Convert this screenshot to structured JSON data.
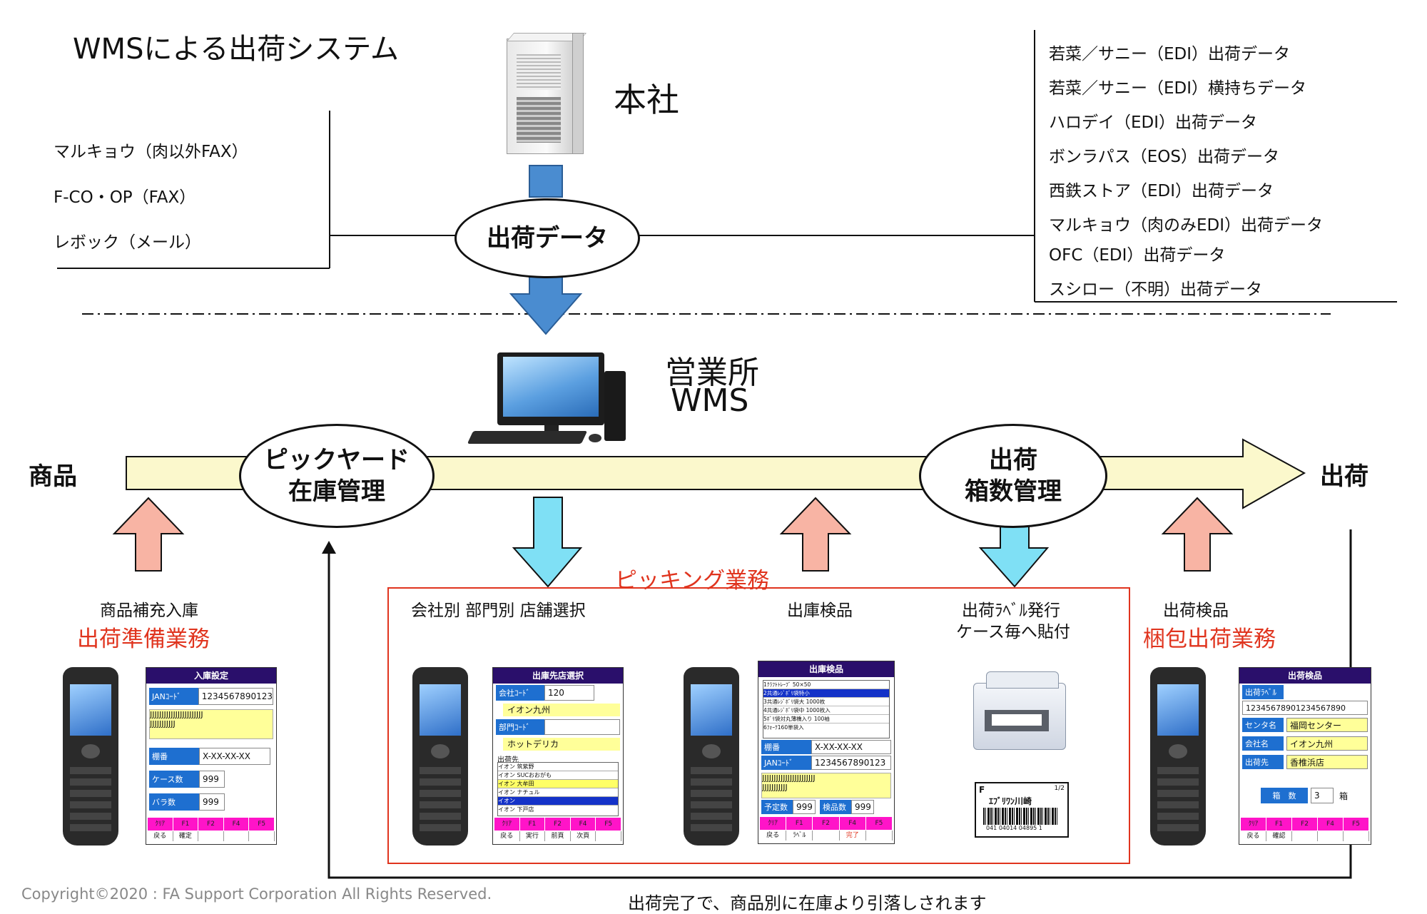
{
  "title": "WMSによる出荷システム",
  "hq": {
    "label": "本社"
  },
  "shipping_data_oval": "出荷データ",
  "left_sources": [
    "マルキョウ（肉以外FAX）",
    "F-CO・OP（FAX）",
    "レボック（メール）"
  ],
  "right_sources": [
    "若菜／サニー（EDI）出荷データ",
    "若菜／サニー（EDI）横持ちデータ",
    "ハロデイ（EDI）出荷データ",
    "ボンラパス（EOS）出荷データ",
    "西鉄ストア（EDI）出荷データ",
    "マルキョウ（肉のみEDI）出荷データ",
    "OFC（EDI）出荷データ",
    "スシロー（不明）出荷データ"
  ],
  "office": {
    "line1": "営業所",
    "line2": "WMS"
  },
  "flow": {
    "start": "商品",
    "end": "出荷"
  },
  "oval_pick": {
    "line1": "ピックヤード",
    "line2": "在庫管理"
  },
  "oval_ship": {
    "line1": "出荷",
    "line2": "箱数管理"
  },
  "picking_title": "ピッキング業務",
  "labels": {
    "replenish": "商品補充入庫",
    "prep": "出荷準備業務",
    "select": "会社別 部門別 店舗選択",
    "inspect_out": "出庫検品",
    "label_issue1": "出荷ﾗﾍﾞﾙ発行",
    "label_issue2": "ケース毎へ貼付",
    "inspect_ship": "出荷検品",
    "pack": "梱包出荷業務"
  },
  "footer_note": "出荷完了で、商品別に在庫より引落しされます",
  "copyright": "Copyright©2020 : FA Support Corporation All Rights Reserved.",
  "screen1": {
    "title": "入庫設定",
    "jan_label": "JANｺｰﾄﾞ",
    "jan_value": "1234567890123",
    "jjj1": "JJJJJJJJJJJJJJJJJJJJJJJ",
    "jjj2": "JJJJJJJJJJJ",
    "shelf_label": "棚番",
    "shelf_value": "X-XX-XX-XX",
    "case_label": "ケース数",
    "case_value": "999",
    "bara_label": "バラ数",
    "bara_value": "999",
    "fkeys": [
      "ｸﾘｱ",
      "F1",
      "F2",
      "F4",
      "F5"
    ],
    "fnames": [
      "戻る",
      "確定",
      "",
      "",
      ""
    ]
  },
  "screen2": {
    "title": "出庫先店選択",
    "company_label": "会社ｺｰﾄﾞ",
    "company_code": "120",
    "company_name": "イオン九州",
    "dept_label": "部門ｺｰﾄﾞ",
    "dept_name": "ホットデリカ",
    "dest_label": "出荷先",
    "dest_rows": [
      "イオン 筑紫野",
      "イオン SUCおおがも",
      "イオン 大牟田",
      "イオン ナチュル",
      "イオン",
      "イオン 下戸店"
    ],
    "fkeys": [
      "ｸﾘｱ",
      "F1",
      "F2",
      "F4",
      "F5"
    ],
    "fnames": [
      "戻る",
      "実行",
      "前頁",
      "次頁",
      ""
    ]
  },
  "screen3": {
    "title": "出庫検品",
    "list_rows": [
      "1ｸﾗﾌﾄﾄﾚｰﾌﾞ 50×50",
      "2共通ﾚｼﾞﾎﾞﾘ袋特小",
      "3共通ﾚｼﾞﾎﾞﾘ袋大 1000枚",
      "4共通ﾚｼﾞﾎﾞﾘ袋中 1000枚入",
      "5ﾎﾞﾘ袋対丸薄橋入り 100袖",
      "6ﾌｫｰｸ160単袋入"
    ],
    "shelf_label": "棚番",
    "shelf_value": "X-XX-XX-XX",
    "jan_label": "JANｺｰﾄﾞ",
    "jan_value": "1234567890123",
    "jjj1": "JJJJJJJJJJJJJJJJJJJJJJJ",
    "jjj2": "JJJJJJJJJJJ",
    "plan_label": "予定数",
    "plan_value": "999",
    "check_label": "検品数",
    "check_value": "999",
    "fkeys": [
      "ｸﾘｱ",
      "F1",
      "F2",
      "F4",
      "F5"
    ],
    "fnames": [
      "戻る",
      "ﾗﾍﾞﾙ",
      "",
      "完了",
      ""
    ]
  },
  "label_sample": {
    "corner": "F",
    "page": "1/2",
    "store": "ｴﾌﾞﾘﾜﾝ川崎",
    "code": "041 04014 04895 1"
  },
  "screen4": {
    "title": "出荷検品",
    "label_label": "出荷ﾗﾍﾞﾙ",
    "label_value": "12345678901234567890",
    "center_label": "センタ名",
    "center_value": "福岡センター",
    "company_label": "会社名",
    "company_value": "イオン九州",
    "dest_label": "出荷先",
    "dest_value": "香椎浜店",
    "box_label": "箱　数",
    "box_value": "3",
    "box_unit": "箱",
    "fkeys": [
      "ｸﾘｱ",
      "F1",
      "F2",
      "F4",
      "F5"
    ],
    "fnames": [
      "戻る",
      "確認",
      "",
      "",
      ""
    ]
  },
  "colors": {
    "red": "#e0341e",
    "flow_fill": "#fbf8cc",
    "blue_arrow": "#4a8cd0",
    "cyan_arrow": "#7fe0f5",
    "pink_arrow": "#f8b4a4"
  }
}
